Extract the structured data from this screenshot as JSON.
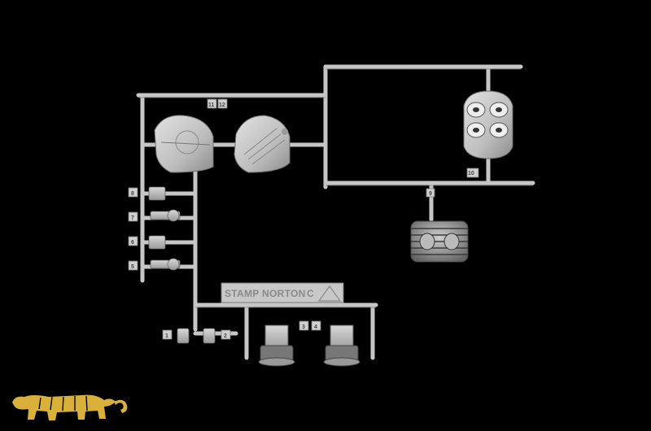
{
  "image": {
    "background": "#000000",
    "sprue_color": "#c4c4c4",
    "sprue_shadow": "#7a7a7a",
    "logo_color": "#d9b13a"
  },
  "sprue": {
    "stamp_label": "STAMP NORTON",
    "part_numbers": {
      "p1": "1",
      "p2": "2",
      "p3": "3",
      "p4": "4",
      "p5": "5",
      "p6": "6",
      "p7": "7",
      "p8": "8",
      "p9": "9",
      "p10": "10",
      "p11": "11",
      "p12": "12"
    }
  },
  "logo": {
    "icon": "tiger-icon"
  }
}
